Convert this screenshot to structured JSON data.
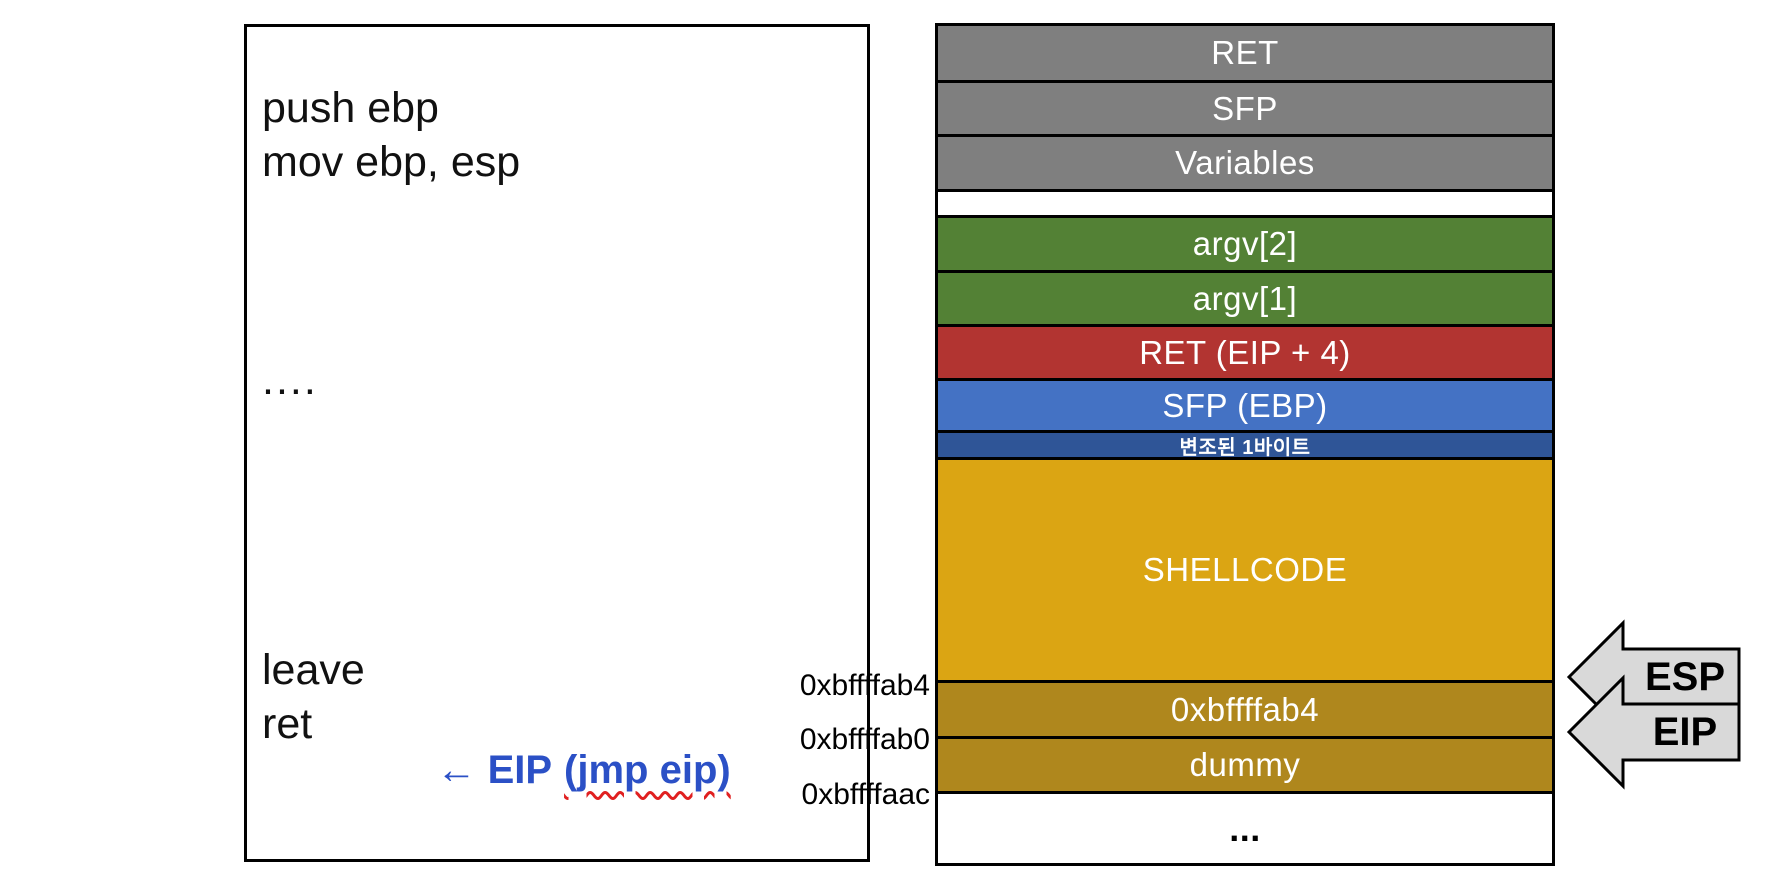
{
  "left_panel": {
    "lines": {
      "line1": "push ebp",
      "line2": "mov ebp, esp",
      "ellipsis": "....",
      "line3": "leave",
      "line4": "ret"
    },
    "eip_annotation": {
      "prefix": "← EIP",
      "wavy_text": "(jmp eip)"
    }
  },
  "stack": {
    "rows": [
      {
        "label": "RET",
        "bg": "#7F7F7F",
        "fg": "#FFFFFF"
      },
      {
        "label": "SFP",
        "bg": "#7F7F7F",
        "fg": "#FFFFFF"
      },
      {
        "label": "Variables",
        "bg": "#7F7F7F",
        "fg": "#FFFFFF"
      },
      {
        "label": "",
        "bg": "#FFFFFF",
        "fg": "#000000"
      },
      {
        "label": "argv[2]",
        "bg": "#538135",
        "fg": "#FFFFFF"
      },
      {
        "label": "argv[1]",
        "bg": "#538135",
        "fg": "#FFFFFF"
      },
      {
        "label": "RET (EIP + 4)",
        "bg": "#B23431",
        "fg": "#FFFFFF"
      },
      {
        "label": "SFP (EBP)",
        "bg": "#4472C4",
        "fg": "#FFFFFF"
      },
      {
        "label": "변조된 1바이트",
        "bg": "#2F5597",
        "fg": "#FFFFFF"
      },
      {
        "label": "SHELLCODE",
        "bg": "#DBA513",
        "fg": "#FFFFFF"
      },
      {
        "label": "0xbffffab4",
        "bg": "#AF871D",
        "fg": "#FFFFFF"
      },
      {
        "label": "dummy",
        "bg": "#AF871D",
        "fg": "#FFFFFF"
      },
      {
        "label": "...",
        "bg": "#FFFFFF",
        "fg": "#000000"
      }
    ],
    "address_labels": [
      "0xbffffab4",
      "0xbffffab0",
      "0xbffffaac"
    ]
  },
  "registers": {
    "esp_label": "ESP",
    "eip_label": "EIP"
  },
  "colors": {
    "annotation_blue": "#2B50C6",
    "squiggle_red": "#E02020",
    "register_arrow_fill": "#D9D9D9",
    "register_arrow_stroke": "#000000",
    "row_border_black": "#000000"
  }
}
